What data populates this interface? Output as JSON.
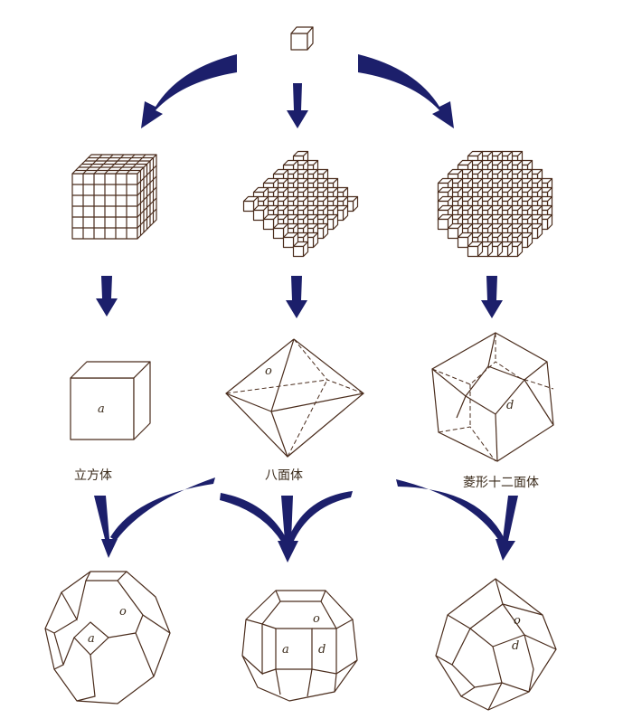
{
  "labels": {
    "cube": "立方体",
    "octahedron": "八面体",
    "rhombic_dodecahedron": "菱形十二面体"
  },
  "faces": {
    "a": "a",
    "o": "o",
    "d": "d"
  },
  "colors": {
    "arrow": "#1c1f6b",
    "line": "#4a2c1c"
  }
}
